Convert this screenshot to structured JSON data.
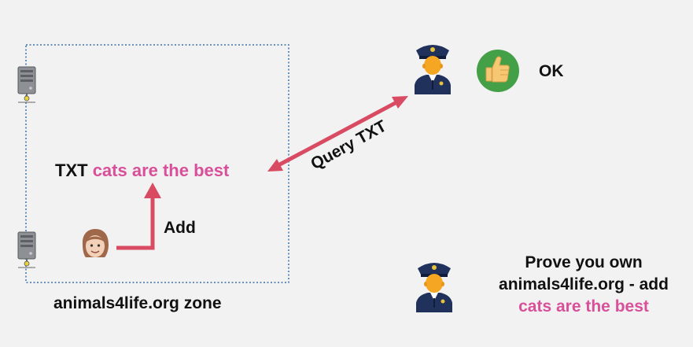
{
  "zone": {
    "label": "animals4life.org zone",
    "record_type": "TXT",
    "record_value": "cats are the best"
  },
  "actions": {
    "add_label": "Add",
    "query_label": "Query TXT"
  },
  "verification": {
    "result": "OK",
    "challenge_line1": "Prove you own",
    "challenge_line2": "animals4life.org - add",
    "challenge_line3": "cats are the best"
  },
  "icons": {
    "server": "server-icon",
    "user": "user-face-icon",
    "police": "police-officer-icon",
    "thumbs_up": "thumbs-up-icon"
  },
  "colors": {
    "arrow": "#d94a63",
    "highlight": "#d9509a",
    "zone_border": "#3a6fa8",
    "thumbs_bg": "#43a047",
    "background": "#f2f2f2"
  }
}
